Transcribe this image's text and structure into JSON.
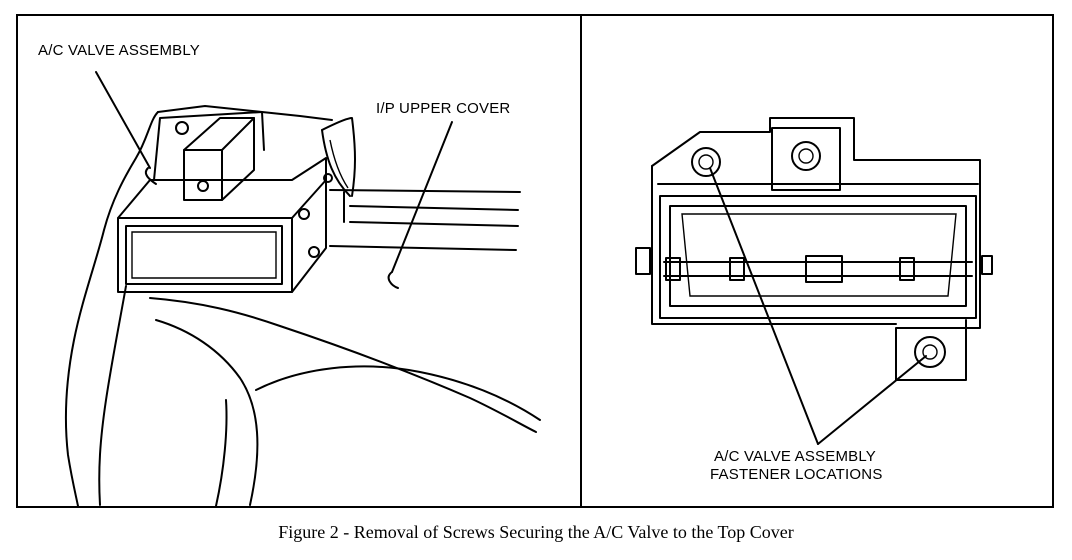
{
  "labels": {
    "ac_valve_assembly": "A/C VALVE ASSEMBLY",
    "ip_upper_cover": "I/P UPPER COVER",
    "fastener_line1": "A/C VALVE ASSEMBLY",
    "fastener_line2": "FASTENER LOCATIONS"
  },
  "caption": "Figure 2 - Removal of Screws Securing the A/C Valve to the Top Cover"
}
